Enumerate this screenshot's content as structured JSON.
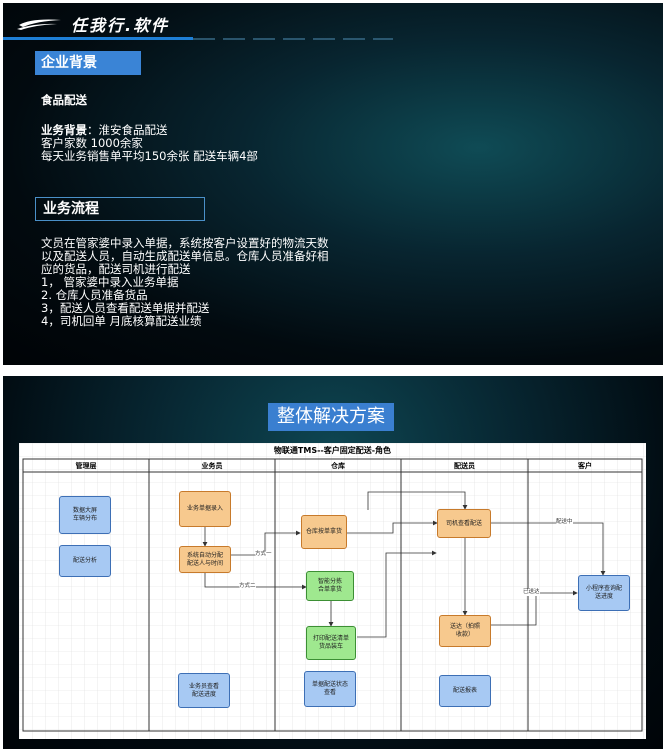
{
  "slide1": {
    "logo_text": "任我行.软件",
    "section1_title": "企业背景",
    "subtitle": "食品配送",
    "bg_label": "业务背景",
    "bg_value": "：淮安食品配送",
    "line_customers": "客户家数 1000余家",
    "line_daily": "每天业务销售单平均150余张   配送车辆4部",
    "section2_title": "业务流程",
    "flow_desc": [
      "文员在管家婆中录入单据，系统按客户设置好的物流天数",
      "以及配送人员，自动生成配送单信息。仓库人员准备好相",
      "应的货品，配送司机进行配送"
    ],
    "steps": [
      "1， 管家婆中录入业务单据",
      "2. 仓库人员准备货品",
      "3，配送人员查看配送单据并配送",
      "4，司机回单 月底核算配送业绩"
    ]
  },
  "slide2": {
    "title": "整体解决方案",
    "diagram": {
      "title": "物联通TMS--客户固定配送-角色",
      "lanes": [
        "管理层",
        "业务员",
        "仓库",
        "配送员",
        "客户"
      ],
      "nodes": {
        "mgmt_screen": "数据大屏\n车辆分布",
        "mgmt_analysis": "配送分析",
        "sales_entry": "业务单据录入",
        "sales_auto": "系统自动分配\n配送人与时间",
        "sales_view": "业务员查看\n配送进度",
        "wh_pick": "仓库按单拿货",
        "wh_smart": "智能分拣\n合单拿货",
        "wh_print": "打印配送清单\n货品装车",
        "wh_status": "单据配送状态\n查看",
        "drv_view": "司机查看配送",
        "drv_deliver": "送达（拍照\n收款）",
        "drv_report": "配送报表",
        "cust_query": "小程序查询配\n送进度"
      },
      "edge_labels": {
        "method1": "方式一",
        "method2": "方式二",
        "in_delivery": "配送中",
        "delivered": "已送达"
      }
    }
  }
}
